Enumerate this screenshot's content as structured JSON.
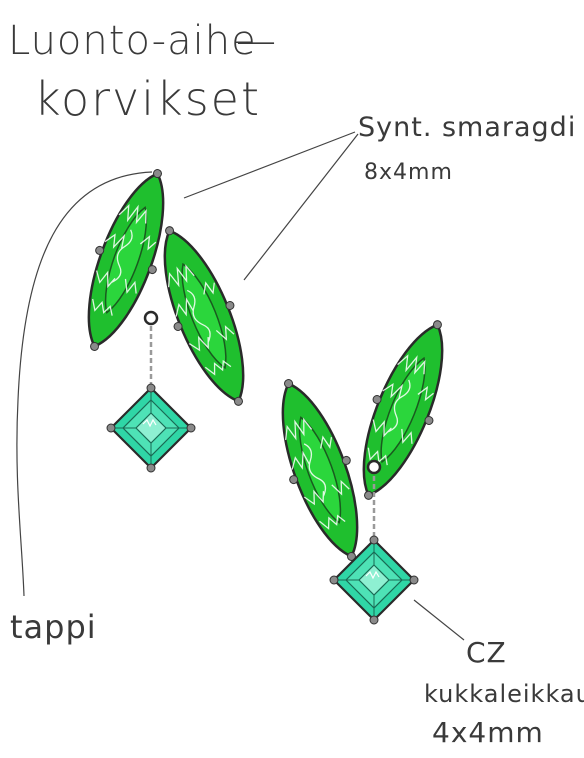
{
  "title": {
    "line1": "Luonto-aihe",
    "dash": "—",
    "line2": "korvikset"
  },
  "labels": {
    "emerald": "Synt. smaragdi",
    "emerald_size": "8x4mm",
    "post": "tappi",
    "cz": "CZ",
    "cz_cut": "kukkaleikkaus",
    "cz_size": "4x4mm"
  },
  "colors": {
    "leaf_fill": "#1fbf2e",
    "leaf_inner": "#2bd63c",
    "leaf_sparkle": "#ffffff",
    "stone_fill": "#2fd6a6",
    "stone_inner": "#5fe8c2",
    "outline": "#2a2a2a",
    "prong": "#8a8a8a",
    "chain": "#a8a8a8"
  }
}
